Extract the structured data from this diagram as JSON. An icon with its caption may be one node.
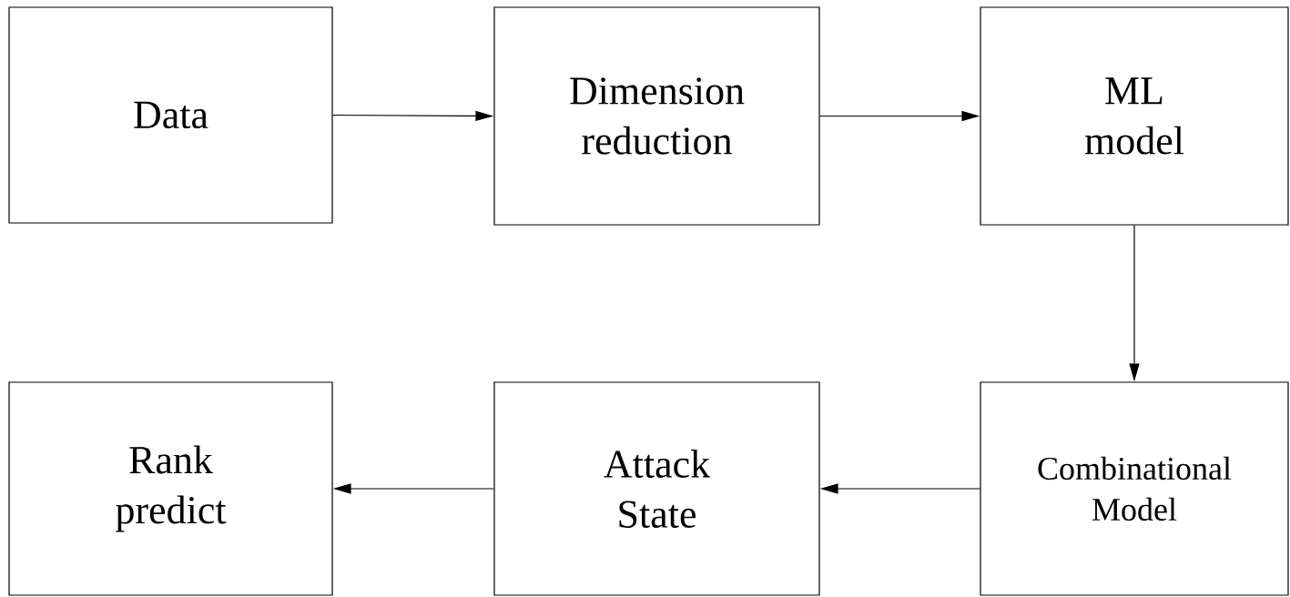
{
  "diagram": {
    "nodes": [
      {
        "text": [
          "Data"
        ]
      },
      {
        "text": [
          "Dimension reduction"
        ]
      },
      {
        "text": [
          "ML model"
        ]
      },
      {
        "text": [
          "Combinational Model"
        ]
      },
      {
        "text": [
          "Attack State"
        ]
      },
      {
        "text": [
          "Rank predict"
        ]
      }
    ],
    "edges": [
      {
        "from": 0,
        "to": 1,
        "arrow": "to"
      },
      {
        "from": 1,
        "to": 2,
        "arrow": "to"
      },
      {
        "from": 2,
        "to": 3,
        "arrow": "to"
      },
      {
        "from": 3,
        "to": 4,
        "arrow": "to"
      },
      {
        "from": 4,
        "to": 5,
        "arrow": "to"
      }
    ]
  }
}
